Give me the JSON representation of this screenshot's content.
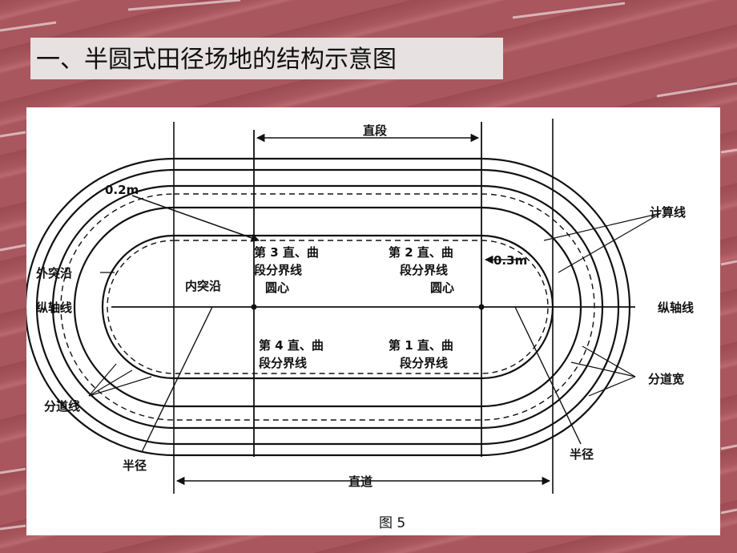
{
  "slide": {
    "title": "一、半圆式田径场地的结构示意图",
    "background_color": "#a9565e",
    "panel_color": "#ffffff",
    "title_box_color": "#e7e1e1"
  },
  "diagram": {
    "labels": {
      "straight_section": "直段",
      "offset_02": "0.2m",
      "offset_03": "0.3m",
      "measure_line": "计算线",
      "outer_curb": "外突沿",
      "inner_curb": "内突沿",
      "long_axis_left": "纵轴线",
      "long_axis_right": "纵轴线",
      "lane_line": "分道线",
      "lane_width": "分道宽",
      "radius_left": "半径",
      "radius_right": "半径",
      "straightaway": "直道",
      "boundary_3_line1": "第 3 直、曲",
      "boundary_3_line2": "段分界线",
      "boundary_3_line3": "圆心",
      "boundary_2_line1": "第 2 直、曲",
      "boundary_2_line2": "段分界线",
      "boundary_2_line3": "圆心",
      "boundary_4_line1": "第 4 直、曲",
      "boundary_4_line2": "段分界线",
      "boundary_1_line1": "第 1 直、曲",
      "boundary_1_line2": "段分界线"
    },
    "caption": "图 5"
  }
}
